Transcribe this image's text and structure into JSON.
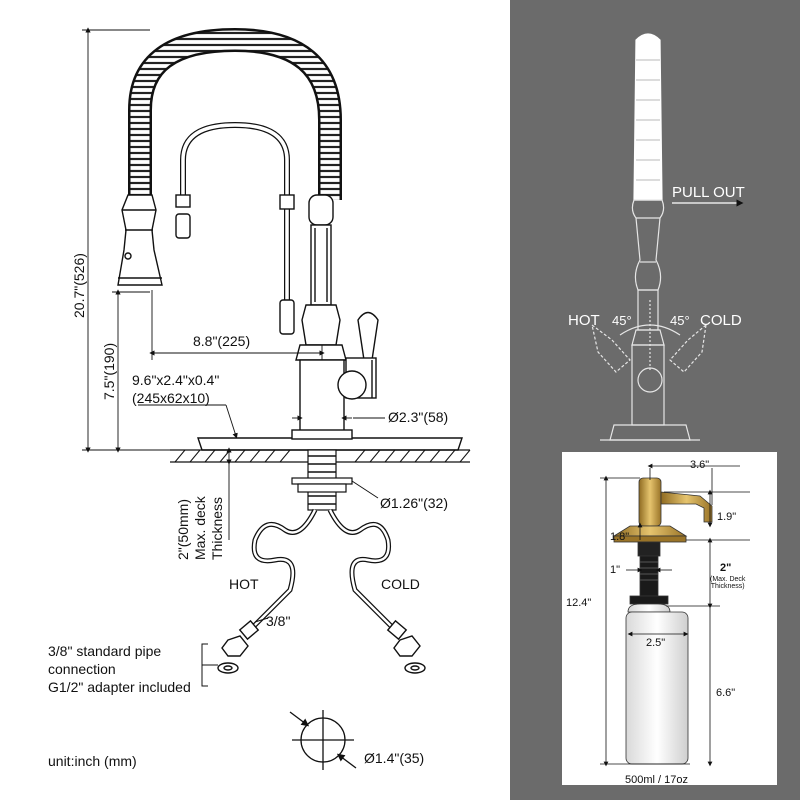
{
  "faucet_drawing": {
    "dim_total_height": "20.7\"(526)",
    "dim_spout_height": "7.5\"(190)",
    "dim_reach": "8.8\"(225)",
    "dim_plate": "9.6\"x2.4\"x0.4\"",
    "dim_plate_mm": "(245x62x10)",
    "dim_base": "Ø2.3\"(58)",
    "dim_deck_line1": "2\"(50mm)",
    "dim_deck_line2": "Max. deck",
    "dim_deck_line3": "Thickness",
    "dim_shank": "Ø1.26\"(32)",
    "label_hot": "HOT",
    "label_cold": "COLD",
    "dim_hose": "3/8\"",
    "pipe_note_line1": "3/8\" standard pipe",
    "pipe_note_line2": "connection",
    "pipe_note_line3": "G1/2\" adapter included",
    "dim_hole": "Ø1.4\"(35)",
    "unit_note": "unit:inch (mm)"
  },
  "handle_drawing": {
    "pull_out": "PULL OUT",
    "label_hot": "HOT",
    "label_cold": "COLD",
    "angle_hot": "45°",
    "angle_cold": "45°"
  },
  "dispenser": {
    "dim_width": "3.6\"",
    "dim_pump": "1.9\"",
    "dim_head": "1.8\"",
    "dim_deck": "2\"",
    "dim_deck_note_1": "(Max. Deck",
    "dim_deck_note_2": "Thickness)",
    "dim_neck": "1\"",
    "dim_total": "12.4\"",
    "dim_bottle_width": "2.5\"",
    "dim_bottle_height": "6.6\"",
    "capacity": "500ml / 17oz"
  },
  "colors": {
    "gray_panel": "#6b6b6b",
    "gold_pump": "#c9a34a",
    "black_pump": "#1a1a1a"
  }
}
